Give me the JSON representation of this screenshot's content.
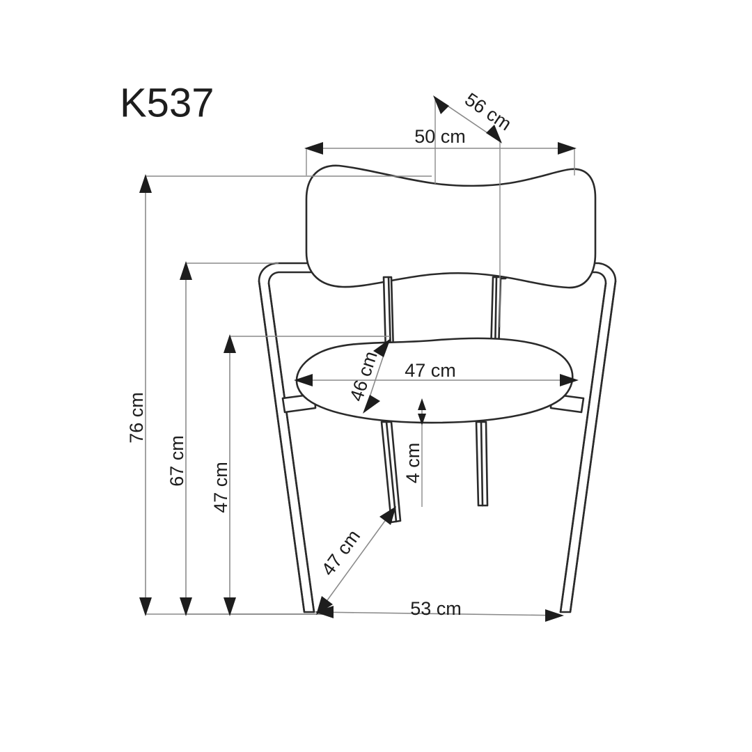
{
  "drawing": {
    "title": "K537",
    "units": "cm",
    "background_color": "#ffffff",
    "line_color": "#2a2a2a",
    "dimension_line_color": "#8a8a8a",
    "text_color": "#1d1d1d",
    "subject": "armchair-technical-drawing-front-view"
  },
  "dimensions": {
    "total_height": "76 cm",
    "armrest_height": "67 cm",
    "backrest_top_height": "47 cm",
    "backrest_width": "50 cm",
    "backrest_diagonal": "56 cm",
    "seat_width": "47 cm",
    "seat_diagonal": "46 cm",
    "seat_thickness": "4 cm",
    "seat_height_diagonal": "47 cm",
    "base_width": "53 cm"
  },
  "labels": [
    {
      "id": "total-height",
      "text": "76 cm",
      "orientation": "vertical"
    },
    {
      "id": "armrest-height",
      "text": "67 cm",
      "orientation": "vertical"
    },
    {
      "id": "seat-height",
      "text": "47 cm",
      "orientation": "vertical"
    },
    {
      "id": "backrest-width",
      "text": "50 cm",
      "orientation": "horizontal"
    },
    {
      "id": "backrest-diagonal",
      "text": "56 cm",
      "orientation": "diagonal"
    },
    {
      "id": "seat-width",
      "text": "47 cm",
      "orientation": "horizontal"
    },
    {
      "id": "seat-depth-diagonal",
      "text": "46 cm",
      "orientation": "diagonal"
    },
    {
      "id": "seat-thickness",
      "text": "4 cm",
      "orientation": "vertical"
    },
    {
      "id": "leg-diagonal",
      "text": "47 cm",
      "orientation": "diagonal"
    },
    {
      "id": "base-width",
      "text": "53 cm",
      "orientation": "horizontal"
    }
  ]
}
